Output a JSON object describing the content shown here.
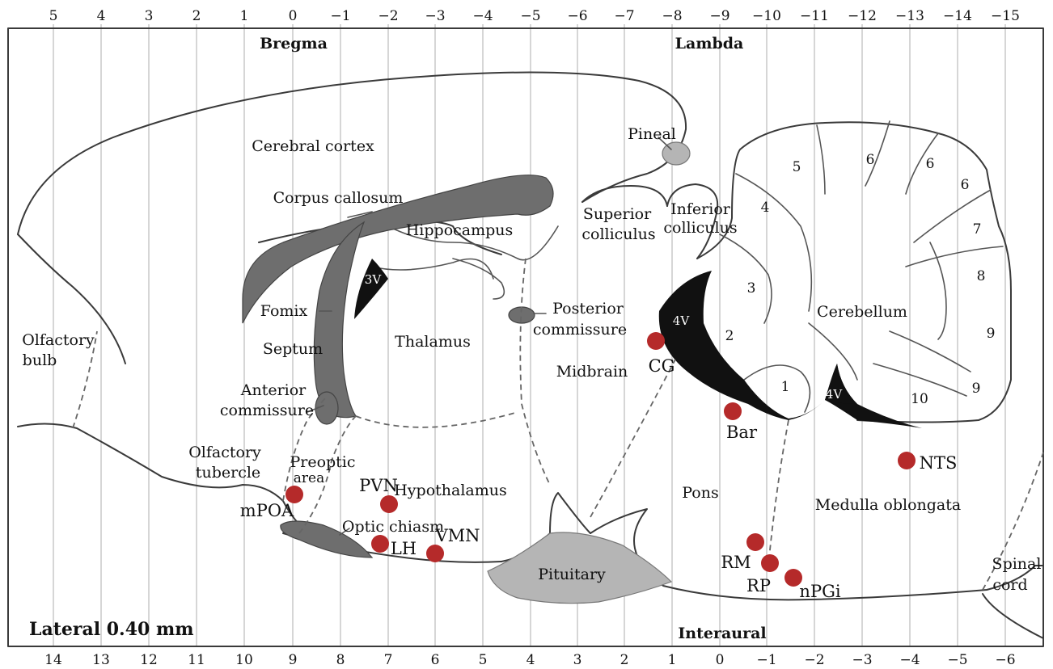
{
  "landmarks": {
    "bregma": "Bregma",
    "lambda": "Lambda",
    "interaural": "Interaural",
    "lateral": "Lateral 0.40 mm"
  },
  "axes": {
    "top_labels": [
      "5",
      "4",
      "3",
      "2",
      "1",
      "0",
      "−1",
      "−2",
      "−3",
      "−4",
      "−5",
      "−6",
      "−7",
      "−8",
      "−9",
      "−10",
      "−11",
      "−12",
      "−13",
      "−14",
      "−15"
    ],
    "bottom_labels": [
      "14",
      "13",
      "12",
      "11",
      "10",
      "9",
      "8",
      "7",
      "6",
      "5",
      "4",
      "3",
      "2",
      "1",
      "0",
      "−1",
      "−2",
      "−3",
      "−4",
      "−5",
      "−6"
    ]
  },
  "regions": {
    "cerebral_cortex": "Cerebral cortex",
    "corpus_callosum": "Corpus callosum",
    "hippocampus": "Hippocampus",
    "pineal": "Pineal",
    "superior_colliculus_1": "Superior",
    "superior_colliculus_2": "colliculus",
    "inferior_colliculus_1": "Inferior",
    "inferior_colliculus_2": "colliculus",
    "fornix": "Fomix",
    "septum": "Septum",
    "thalamus": "Thalamus",
    "posterior_commissure_1": "Posterior",
    "posterior_commissure_2": "commissure",
    "midbrain": "Midbrain",
    "cerebellum": "Cerebellum",
    "olfactory_bulb_1": "Olfactory",
    "olfactory_bulb_2": "bulb",
    "anterior_commissure_1": "Anterior",
    "anterior_commissure_2": "commissure",
    "olfactory_tubercle_1": "Olfactory",
    "olfactory_tubercle_2": "tubercle",
    "preoptic_area_1": "Preoptic",
    "preoptic_area_2": "area",
    "hypothalamus": "Hypothalamus",
    "optic_chiasm": "Optic chiasm",
    "pituitary": "Pituitary",
    "pons": "Pons",
    "medulla_oblongata": "Medulla oblongata",
    "spinal_cord_1": "Spinal",
    "spinal_cord_2": "cord",
    "third_ventricle": "3V",
    "fourth_ventricle": "4V"
  },
  "lobules": {
    "l1": "1",
    "l2": "2",
    "l3": "3",
    "l4": "4",
    "l5": "5",
    "l6": "6",
    "l7": "7",
    "l8": "8",
    "l9": "9",
    "l10": "10"
  },
  "nuclei": {
    "CG": "CG",
    "Bar": "Bar",
    "NTS": "NTS",
    "PVN": "PVN",
    "mPOA": "mPOA",
    "LH": "LH",
    "VMN": "VMN",
    "RM": "RM",
    "RP": "RP",
    "nPGi": "nPGi"
  },
  "colors": {
    "marker": "#b52a2a"
  }
}
